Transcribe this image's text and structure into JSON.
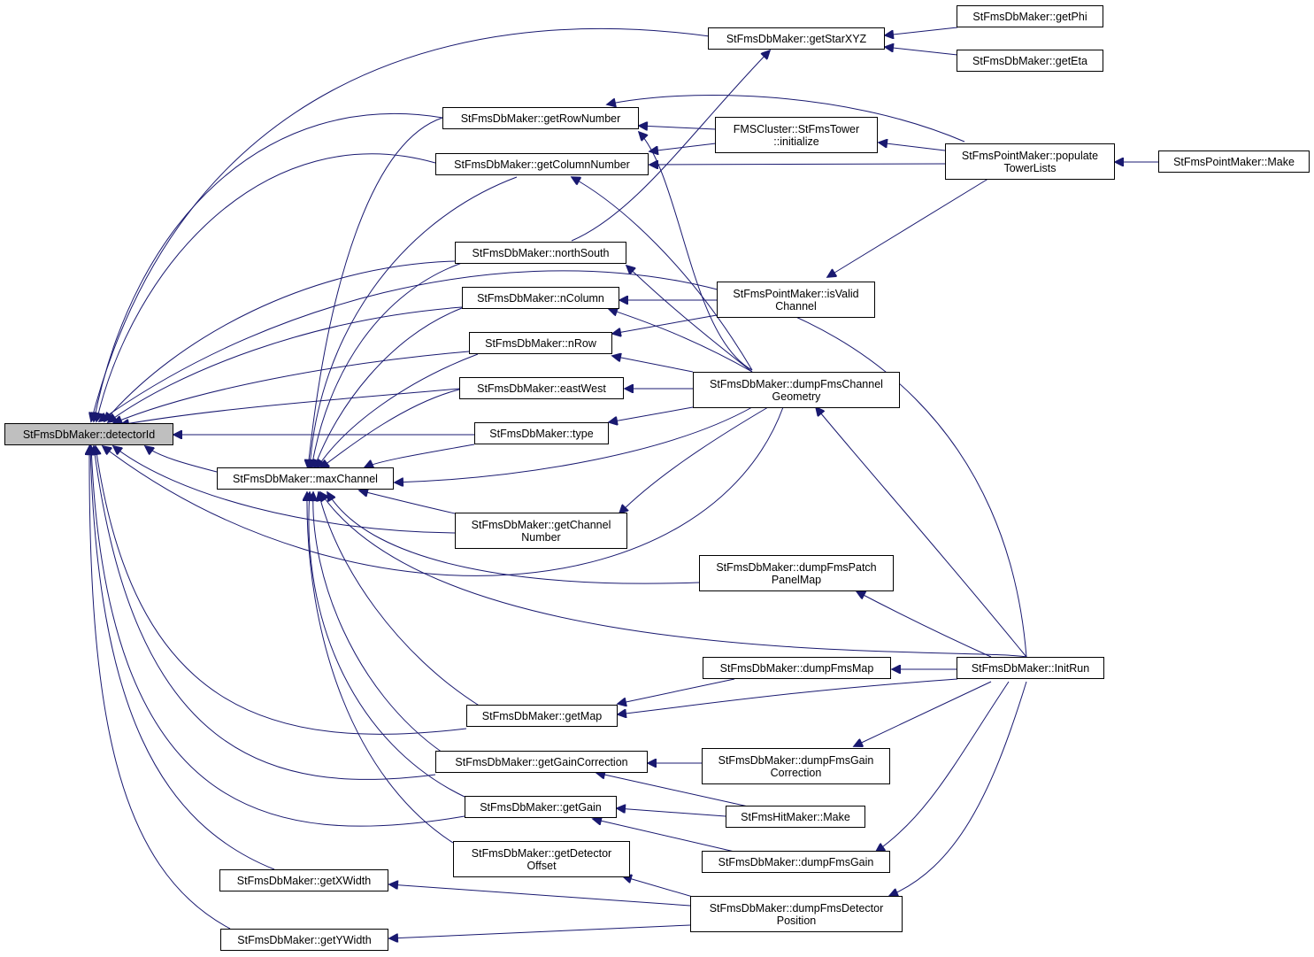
{
  "nodes": {
    "detectorId": {
      "lines": [
        "StFmsDbMaker::detectorId"
      ]
    },
    "getStarXYZ": {
      "lines": [
        "StFmsDbMaker::getStarXYZ"
      ]
    },
    "getPhi": {
      "lines": [
        "StFmsDbMaker::getPhi"
      ]
    },
    "getEta": {
      "lines": [
        "StFmsDbMaker::getEta"
      ]
    },
    "getRowNumber": {
      "lines": [
        "StFmsDbMaker::getRowNumber"
      ]
    },
    "fmsClusterInit": {
      "lines": [
        "FMSCluster::StFmsTower",
        "::initialize"
      ]
    },
    "populateTowerLists": {
      "lines": [
        "StFmsPointMaker::populate",
        "TowerLists"
      ]
    },
    "pointMakerMake": {
      "lines": [
        "StFmsPointMaker::Make"
      ]
    },
    "getColumnNumber": {
      "lines": [
        "StFmsDbMaker::getColumnNumber"
      ]
    },
    "northSouth": {
      "lines": [
        "StFmsDbMaker::northSouth"
      ]
    },
    "nColumn": {
      "lines": [
        "StFmsDbMaker::nColumn"
      ]
    },
    "isValidChannel": {
      "lines": [
        "StFmsPointMaker::isValid",
        "Channel"
      ]
    },
    "nRow": {
      "lines": [
        "StFmsDbMaker::nRow"
      ]
    },
    "eastWest": {
      "lines": [
        "StFmsDbMaker::eastWest"
      ]
    },
    "dumpChannelGeometry": {
      "lines": [
        "StFmsDbMaker::dumpFmsChannel",
        "Geometry"
      ]
    },
    "type": {
      "lines": [
        "StFmsDbMaker::type"
      ]
    },
    "maxChannel": {
      "lines": [
        "StFmsDbMaker::maxChannel"
      ]
    },
    "getChannelNumber": {
      "lines": [
        "StFmsDbMaker::getChannel",
        "Number"
      ]
    },
    "dumpPatchPanelMap": {
      "lines": [
        "StFmsDbMaker::dumpFmsPatch",
        "PanelMap"
      ]
    },
    "dumpFmsMap": {
      "lines": [
        "StFmsDbMaker::dumpFmsMap"
      ]
    },
    "initRun": {
      "lines": [
        "StFmsDbMaker::InitRun"
      ]
    },
    "getMap": {
      "lines": [
        "StFmsDbMaker::getMap"
      ]
    },
    "getGainCorrection": {
      "lines": [
        "StFmsDbMaker::getGainCorrection"
      ]
    },
    "dumpGainCorrection": {
      "lines": [
        "StFmsDbMaker::dumpFmsGain",
        "Correction"
      ]
    },
    "hitMakerMake": {
      "lines": [
        "StFmsHitMaker::Make"
      ]
    },
    "getGain": {
      "lines": [
        "StFmsDbMaker::getGain"
      ]
    },
    "dumpFmsGain": {
      "lines": [
        "StFmsDbMaker::dumpFmsGain"
      ]
    },
    "getDetectorOffset": {
      "lines": [
        "StFmsDbMaker::getDetector",
        "Offset"
      ]
    },
    "getXWidth": {
      "lines": [
        "StFmsDbMaker::getXWidth"
      ]
    },
    "dumpDetectorPosition": {
      "lines": [
        "StFmsDbMaker::dumpFmsDetector",
        "Position"
      ]
    },
    "getYWidth": {
      "lines": [
        "StFmsDbMaker::getYWidth"
      ]
    }
  },
  "colors": {
    "edge": "#191970",
    "root_fill": "#bfbfbf",
    "node_fill": "#ffffff"
  }
}
